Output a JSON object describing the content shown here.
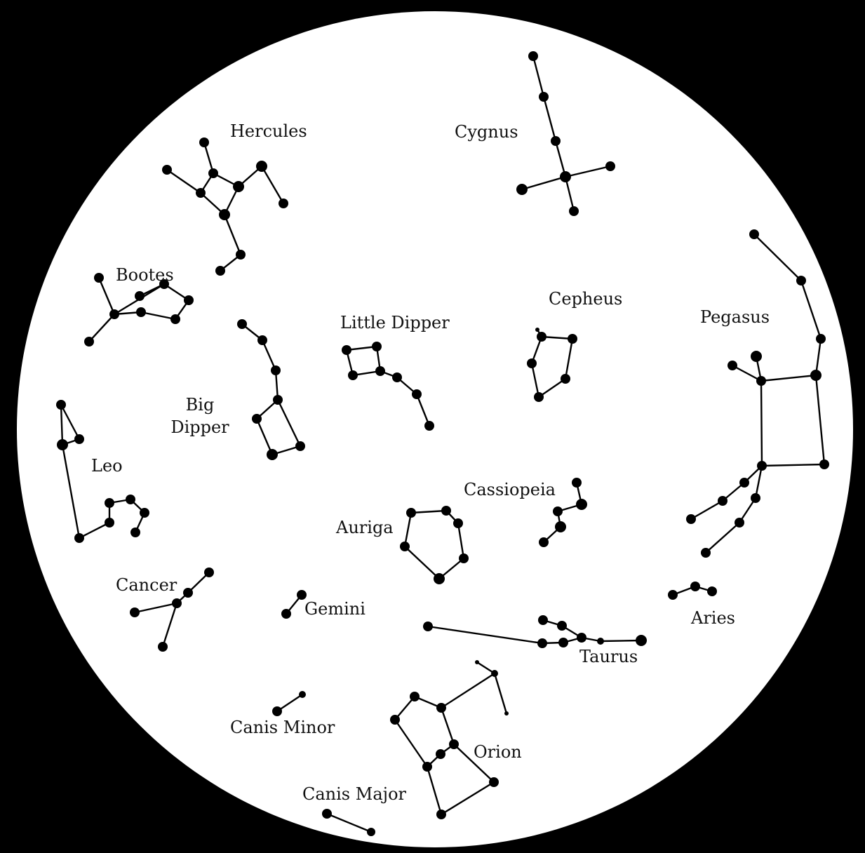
{
  "colors": {
    "background": "#ffffff",
    "frame": "#000000",
    "sky": "#ffffff",
    "ink": "#000000",
    "text": "#111111"
  },
  "constellations": [
    {
      "id": "hercules",
      "name": "Hercules"
    },
    {
      "id": "cygnus",
      "name": "Cygnus"
    },
    {
      "id": "bootes",
      "name": "Bootes"
    },
    {
      "id": "cepheus",
      "name": "Cepheus"
    },
    {
      "id": "pegasus",
      "name": "Pegasus"
    },
    {
      "id": "little-dipper",
      "name": "Little Dipper"
    },
    {
      "id": "big-dipper",
      "name": "Big Dipper"
    },
    {
      "id": "leo",
      "name": "Leo"
    },
    {
      "id": "cassiopeia",
      "name": "Cassiopeia"
    },
    {
      "id": "auriga",
      "name": "Auriga"
    },
    {
      "id": "cancer",
      "name": "Cancer"
    },
    {
      "id": "gemini",
      "name": "Gemini"
    },
    {
      "id": "aries",
      "name": "Aries"
    },
    {
      "id": "taurus",
      "name": "Taurus"
    },
    {
      "id": "canis-minor",
      "name": "Canis Minor"
    },
    {
      "id": "orion",
      "name": "Orion"
    },
    {
      "id": "canis-major",
      "name": "Canis Major"
    }
  ]
}
